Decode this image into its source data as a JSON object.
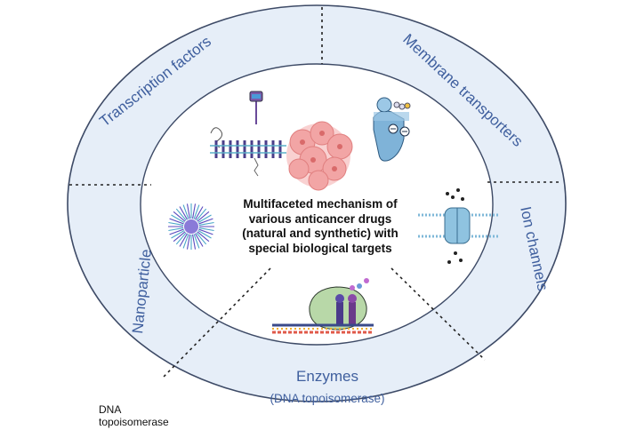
{
  "segments": {
    "transcription_factors": "Transcription factors",
    "membrane_transporters": "Membrane transporters",
    "ion_channels": "Ion channels",
    "nanoparticle": "Nanoparticle",
    "enzymes": "Enzymes",
    "enzymes_sub": "(DNA topoisomerase)"
  },
  "center": {
    "line1": "Multifaceted mechanism of",
    "line2": "various anticancer drugs",
    "line3": "(natural and synthetic) with",
    "line4": "special biological targets"
  },
  "note": {
    "line1": "DNA",
    "line2": "topoisomerase"
  },
  "colors": {
    "ring": "#e6eef8",
    "ring_stroke": "#3d4a66",
    "label": "#3f5f9e",
    "tumor": "#f2a5a5",
    "transporter": "#7fb3d8",
    "enzyme_blob": "#b8d8a8"
  }
}
